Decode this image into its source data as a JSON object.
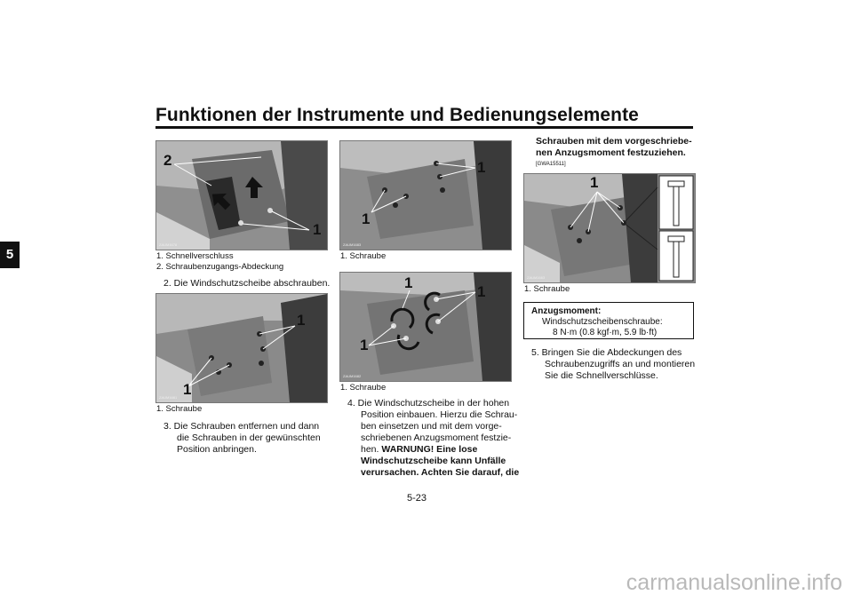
{
  "header": {
    "title": "Funktionen der Instrumente und Bedienungselemente",
    "chapter_tab": "5"
  },
  "page_number": "5-23",
  "col1": {
    "fig1": {
      "code": "ZAUM1678",
      "callouts": [
        "2",
        "1"
      ],
      "captions": [
        "1.  Schnellverschluss",
        "2.  Schraubenzugangs-Abdeckung"
      ]
    },
    "step2": "2.  Die Windschutzscheibe abschrauben.",
    "fig2": {
      "code": "ZAUM1681",
      "callouts": [
        "1",
        "1"
      ],
      "captions": [
        "1.  Schraube"
      ]
    },
    "step3": [
      "3.  Die Schrauben entfernen und dann",
      "die Schrauben in der gewünschten",
      "Position anbringen."
    ]
  },
  "col2": {
    "fig3": {
      "code": "ZAUM1683",
      "callouts": [
        "1",
        "1"
      ],
      "captions": [
        "1.  Schraube"
      ]
    },
    "fig4": {
      "code": "ZAUM1682",
      "callouts": [
        "1",
        "1",
        "1"
      ],
      "captions": [
        "1.  Schraube"
      ]
    },
    "step4": [
      "4.  Die Windschutzscheibe in der hohen",
      "Position einbauen. Hierzu die Schrau-",
      "ben einsetzen und mit dem vorge-",
      "schriebenen Anzugsmoment festzie-"
    ],
    "step4_tail_plain": "hen. ",
    "step4_tail_bold": [
      "WARNUNG! Eine lose",
      "Windschutzscheibe kann Unfälle",
      "verursachen. Achten Sie darauf, die"
    ]
  },
  "col3": {
    "warning_cont": [
      "Schrauben mit dem vorgeschriebe-",
      "nen Anzugsmoment festzuziehen."
    ],
    "warning_code": "[GWA15511]",
    "fig5": {
      "code": "ZAUM1663",
      "callouts": [
        "1"
      ],
      "captions": [
        "1.  Schraube"
      ]
    },
    "torque": {
      "label": "Anzugsmoment:",
      "item": "Windschutzscheibenschraube:",
      "value": "8 N·m (0.8 kgf·m, 5.9 lb·ft)"
    },
    "step5": [
      "5.  Bringen Sie die Abdeckungen des",
      "Schraubenzugriffs an und montieren",
      "Sie die Schnellverschlüsse."
    ]
  },
  "watermark": "carmanualsonline.info"
}
